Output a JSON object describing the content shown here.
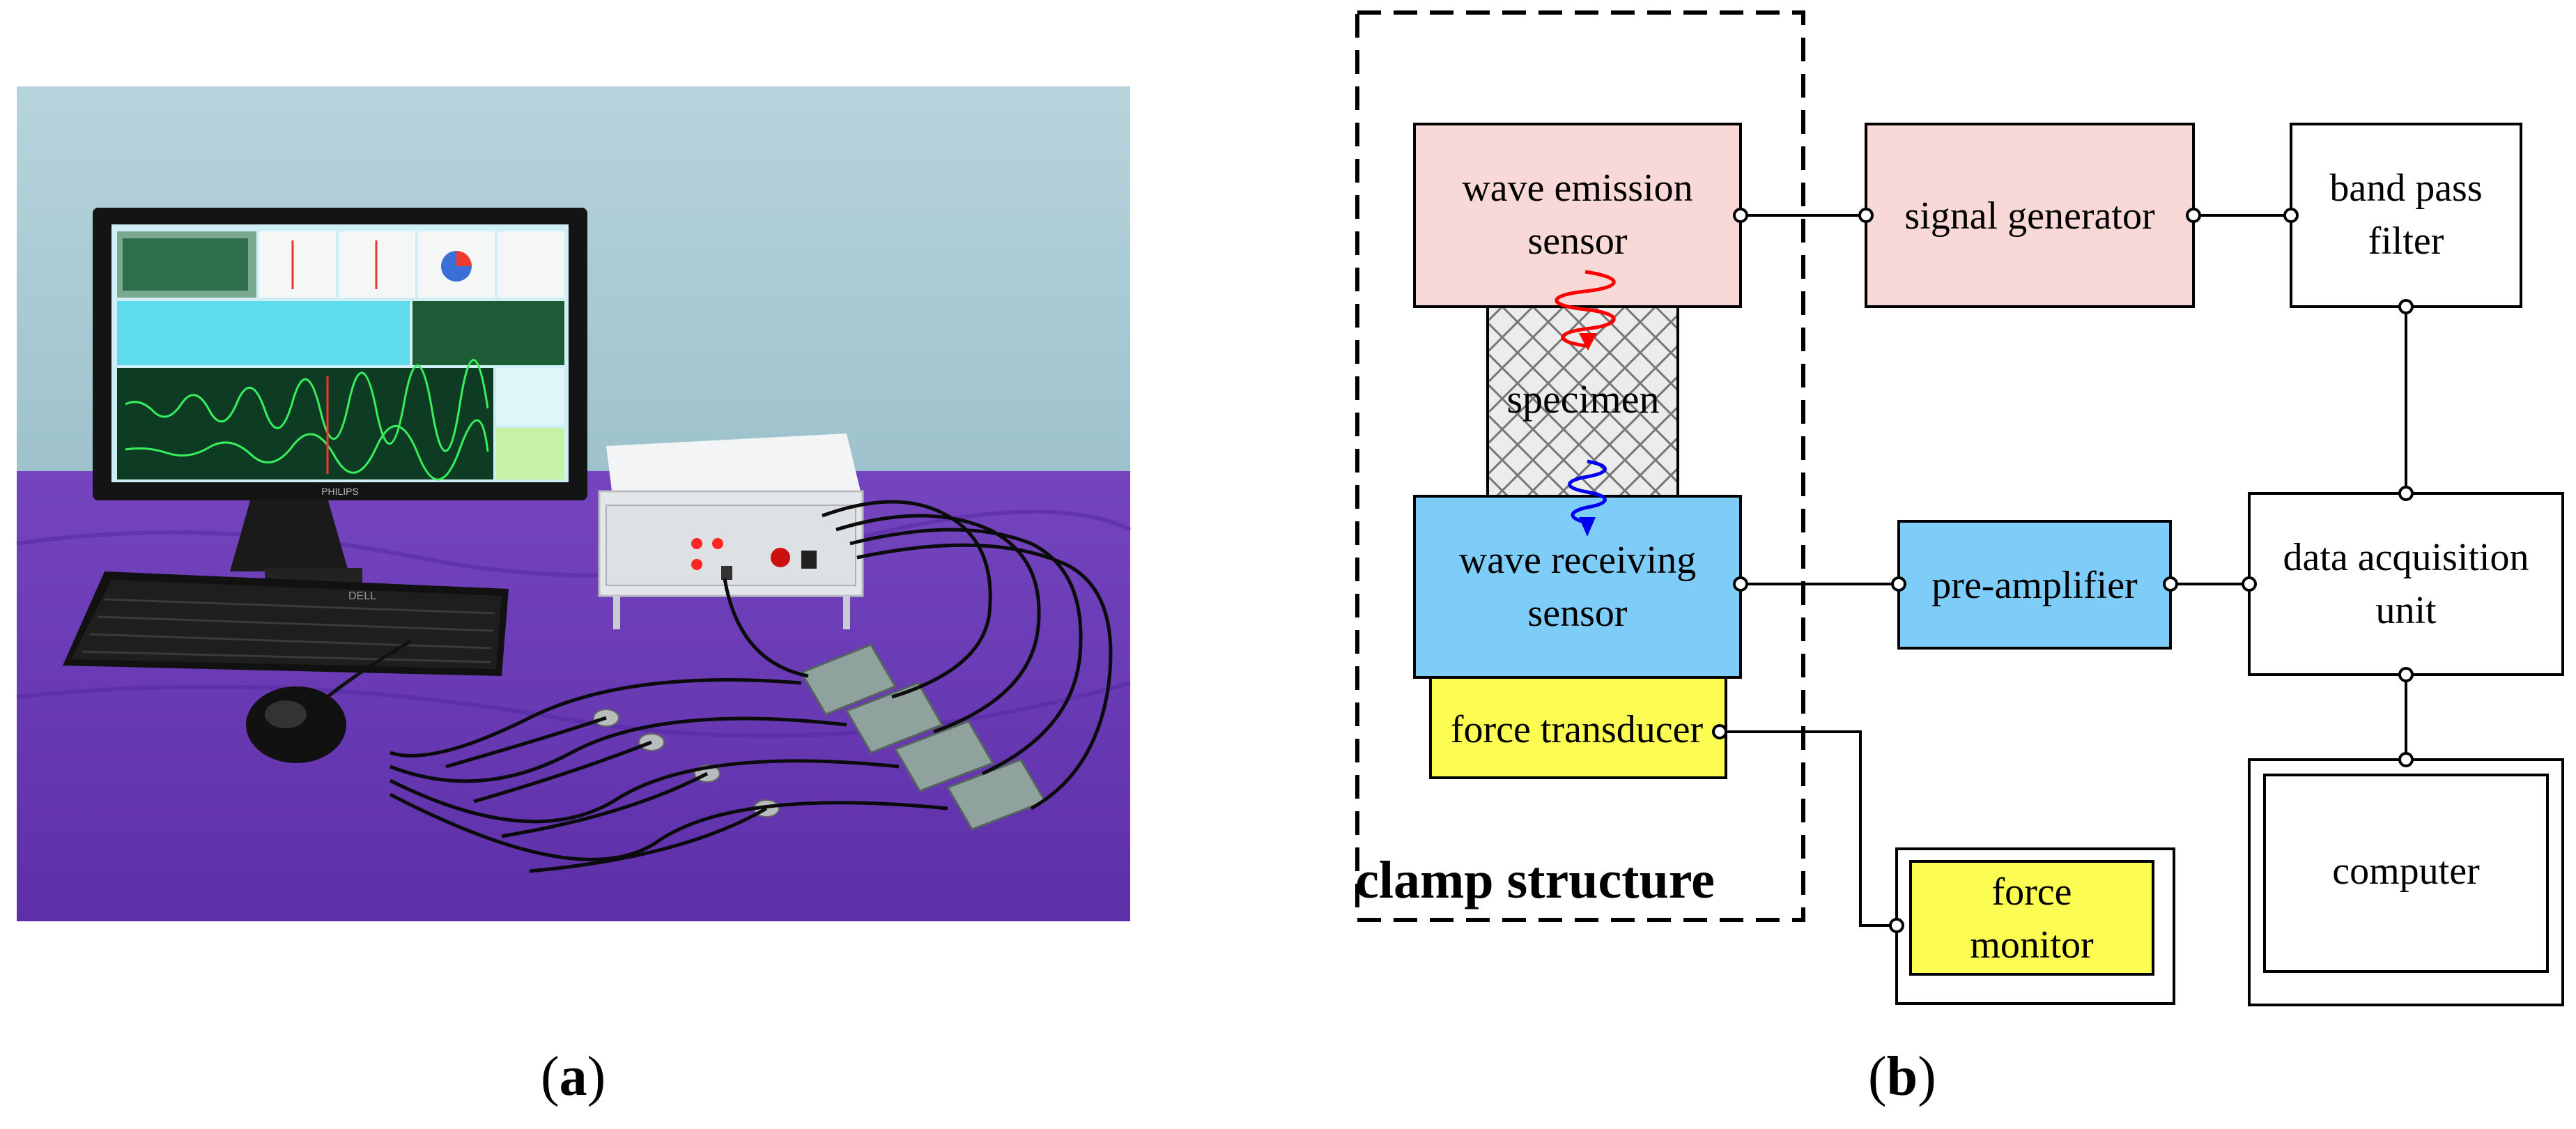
{
  "captions": {
    "a_open": "(",
    "a_letter": "a",
    "a_close": ")",
    "b_open": "(",
    "b_letter": "b",
    "b_close": ")"
  },
  "photo": {
    "monitor_brand": "PHILIPS",
    "keyboard_brand": "DELL",
    "colors": {
      "wall": "#a9c9d3",
      "tablecloth": "#6a39b4",
      "monitor_screen": "#cfeef5",
      "device_case": "#e3e7ea",
      "sensor_box": "#8fa29d"
    }
  },
  "diagram": {
    "clamp_structure_label": "clamp structure",
    "wave_emission_line1": "wave emission",
    "wave_emission_line2": "sensor",
    "specimen_label": "specimen",
    "wave_receiving_line1": "wave receiving",
    "wave_receiving_line2": "sensor",
    "force_transducer_label": "force transducer",
    "signal_generator_label": "signal generator",
    "band_pass_line1": "band pass",
    "band_pass_line2": "filter",
    "pre_amplifier_label": "pre-amplifier",
    "data_acq_line1": "data acquisition",
    "data_acq_line2": "unit",
    "computer_label": "computer",
    "force_monitor_line1": "force",
    "force_monitor_line2": "monitor",
    "colors": {
      "pink": "#f8d9d7",
      "blue": "#7ecdf8",
      "yellow": "#fcfc52",
      "white": "#ffffff",
      "emit_wave": "#ff0000",
      "recv_wave": "#0000ee"
    }
  }
}
